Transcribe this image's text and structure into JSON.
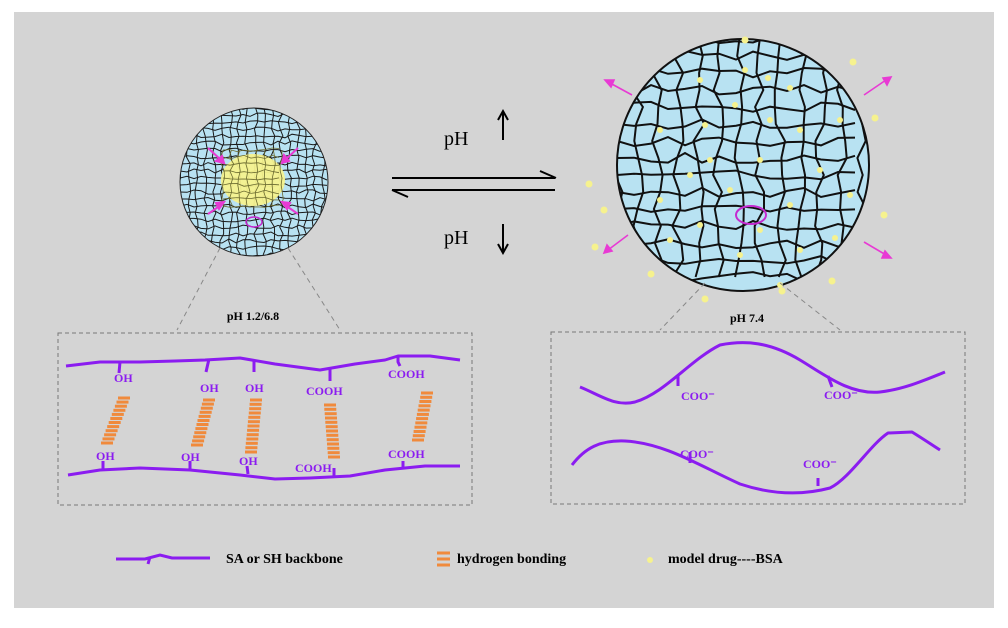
{
  "labels": {
    "ph_left": "pH 1.2/6.8",
    "ph_right": "pH 7.4",
    "ph_up": "pH",
    "ph_down": "pH",
    "left_top": [
      "OH",
      "OH",
      "OH",
      "COOH",
      "COOH"
    ],
    "left_bottom": [
      "OH",
      "OH",
      "OH",
      "COOH",
      "COOH"
    ],
    "right_top": [
      "COO⁻",
      "COO⁻"
    ],
    "right_bottom": [
      "COO⁻",
      "COO⁻"
    ]
  },
  "legend": {
    "backbone": "SA or SH backbone",
    "hbond": "hydrogen bonding",
    "drug": "model drug----BSA"
  },
  "colors": {
    "background": "#d4d4d4",
    "purple": "#8b1cf0",
    "orange": "#f08a3c",
    "sphere": "#b8e2f2",
    "drug": "#f6f28e",
    "arrow": "#ee2bcf"
  }
}
